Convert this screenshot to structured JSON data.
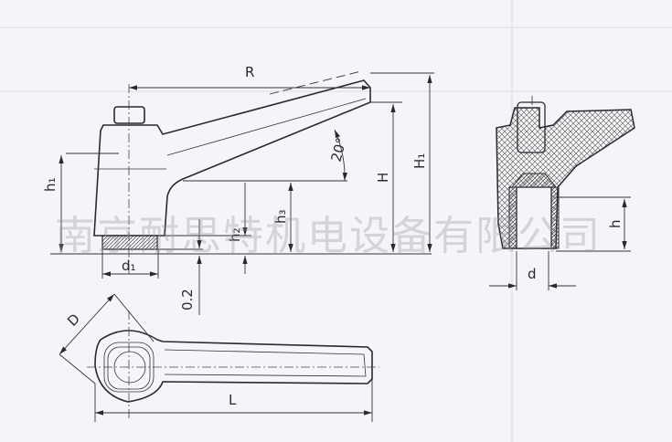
{
  "drawing": {
    "labels": {
      "R": "R",
      "h1": "h₁",
      "H": "H",
      "H1": "H₁",
      "h3": "h₃",
      "h2": "h₂",
      "angle": "20°",
      "d1": "d₁",
      "gap": "0.2",
      "D": "D",
      "L": "L",
      "d": "d",
      "h": "h"
    },
    "watermark": "南京耐思特机电设备有限公司"
  }
}
